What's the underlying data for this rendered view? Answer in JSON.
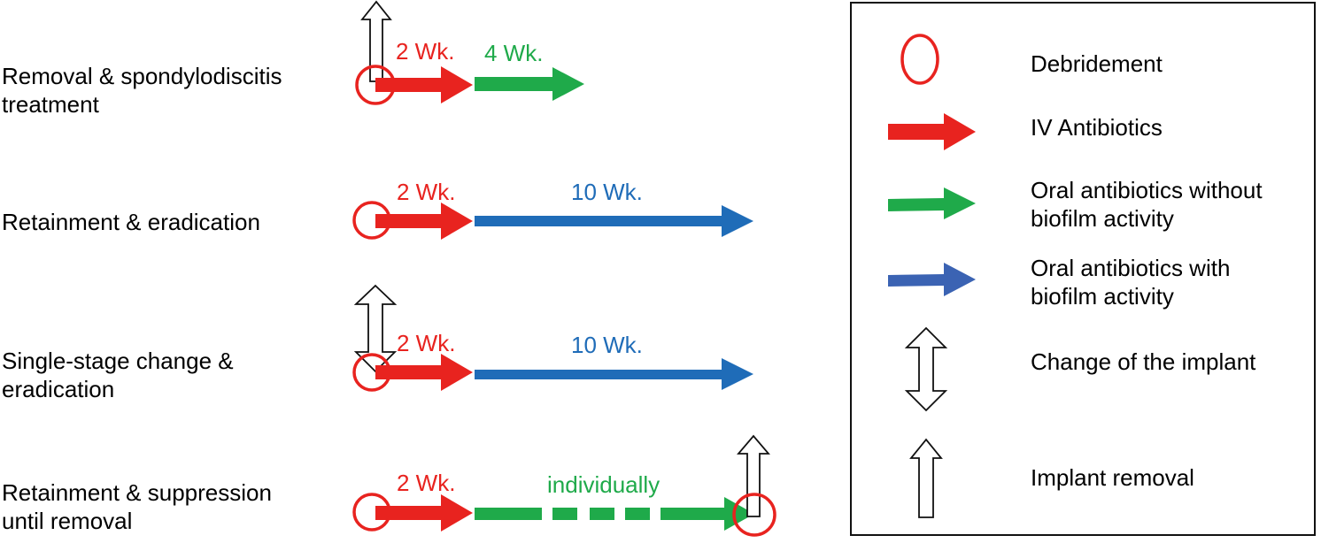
{
  "colors": {
    "iv": "#e8231f",
    "oral_no_biofilm": "#1faa4a",
    "oral_biofilm": "#1f6cb8",
    "legend_oral_biofilm": "#3b63b3",
    "debridement": "#e8231f"
  },
  "icons": {
    "debridement": "red-circle",
    "iv": "red-arrow",
    "oral_no_biofilm": "green-arrow",
    "oral_biofilm": "blue-arrow",
    "change": "double-headed-hollow-arrow",
    "removal": "up-hollow-arrow"
  },
  "rows": [
    {
      "label_lines": [
        "Removal & spondylodiscitis",
        "treatment"
      ],
      "iv_text": "2 Wk.",
      "oral_text": "4 Wk.",
      "oral_type": "oral_no_biofilm",
      "start_marker": "removal"
    },
    {
      "label_lines": [
        "Retainment & eradication"
      ],
      "iv_text": "2 Wk.",
      "oral_text": "10 Wk.",
      "oral_type": "oral_biofilm",
      "start_marker": "none"
    },
    {
      "label_lines": [
        "Single-stage change &",
        "eradication"
      ],
      "iv_text": "2 Wk.",
      "oral_text": "10 Wk.",
      "oral_type": "oral_biofilm",
      "start_marker": "change"
    },
    {
      "label_lines": [
        "Retainment & suppression",
        "until removal"
      ],
      "iv_text": "2 Wk.",
      "oral_text": "individually",
      "oral_type": "oral_no_biofilm_dashed",
      "start_marker": "none",
      "end_marker": "removal_with_debridement"
    }
  ],
  "legend": {
    "debridement": [
      "Debridement"
    ],
    "iv": [
      "IV Antibiotics"
    ],
    "oral_no_biofilm": [
      "Oral antibiotics without",
      "biofilm activity"
    ],
    "oral_biofilm": [
      "Oral antibiotics with",
      "biofilm activity"
    ],
    "change": [
      "Change of the implant"
    ],
    "removal": [
      "Implant removal"
    ]
  }
}
